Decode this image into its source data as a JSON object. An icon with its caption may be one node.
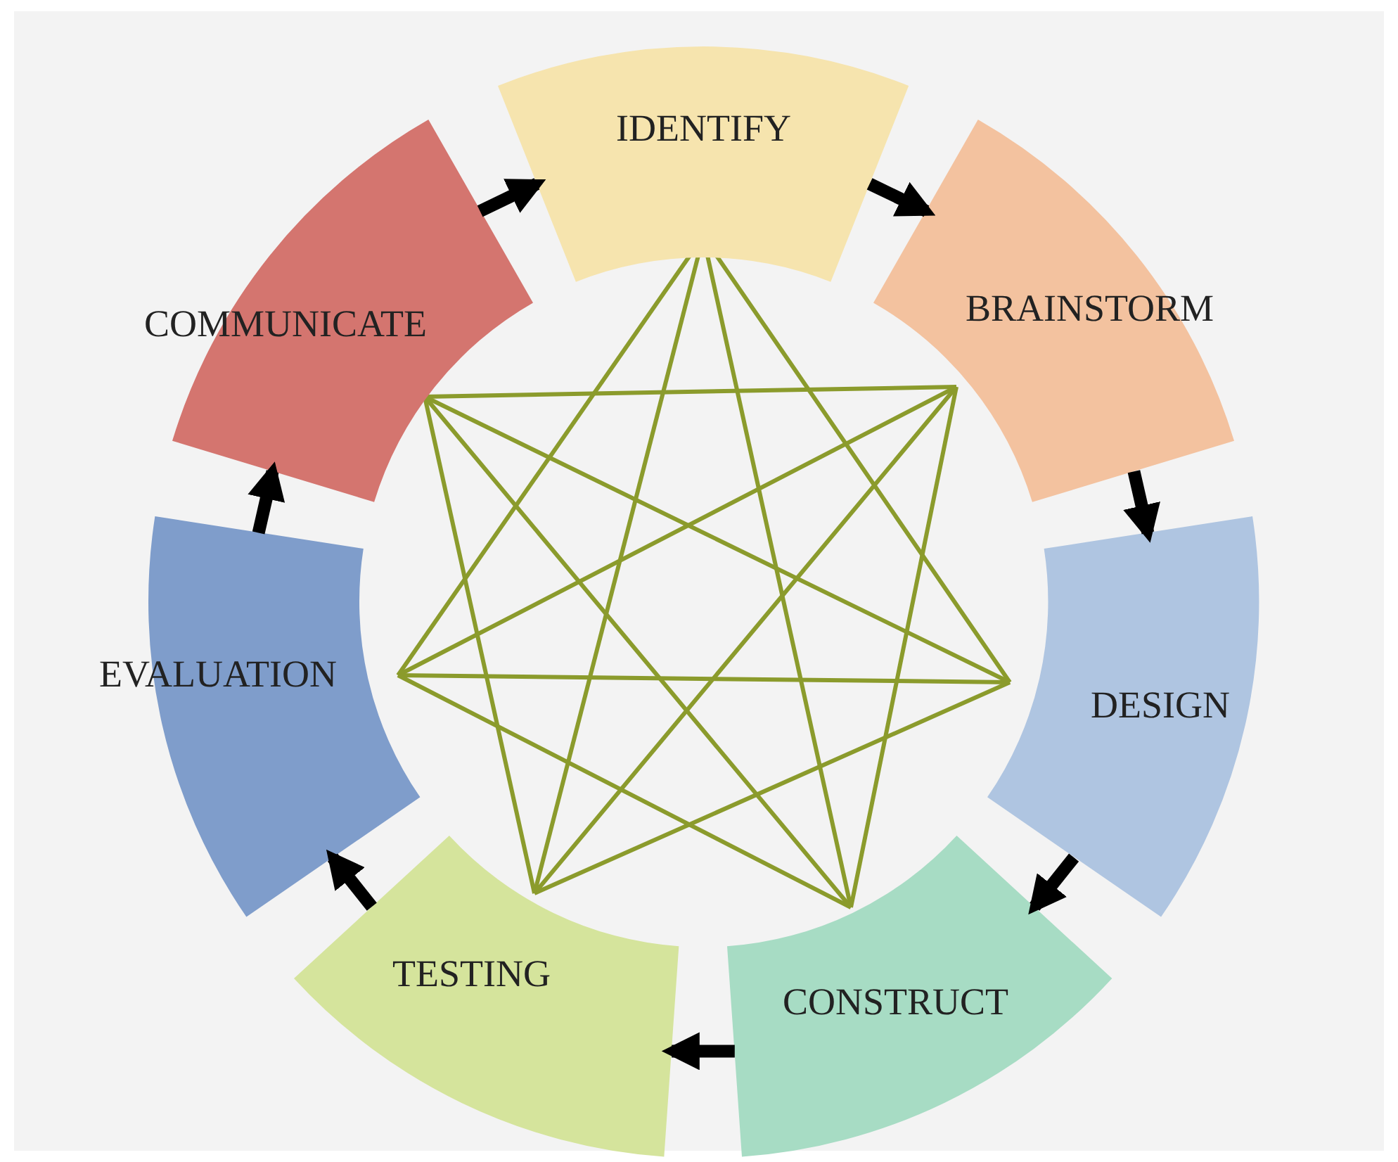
{
  "diagram": {
    "nodes": [
      {
        "text": [
          "IDENTIFY"
        ]
      },
      {
        "text": [
          "BRAINSTORM"
        ]
      },
      {
        "text": [
          "DESIGN"
        ]
      },
      {
        "text": [
          "CONSTRUCT"
        ]
      },
      {
        "text": [
          "TESTING"
        ]
      },
      {
        "text": [
          "EVALUATION"
        ]
      },
      {
        "text": [
          "COMMUNICATE"
        ]
      }
    ],
    "edges": [
      {
        "from": 0,
        "to": 1,
        "arrow": "to"
      },
      {
        "from": 1,
        "to": 2,
        "arrow": "to"
      },
      {
        "from": 2,
        "to": 3,
        "arrow": "to"
      },
      {
        "from": 3,
        "to": 4,
        "arrow": "to"
      },
      {
        "from": 4,
        "to": 5,
        "arrow": "to"
      },
      {
        "from": 5,
        "to": 6,
        "arrow": "to"
      },
      {
        "from": 6,
        "to": 0,
        "arrow": "to"
      }
    ]
  }
}
